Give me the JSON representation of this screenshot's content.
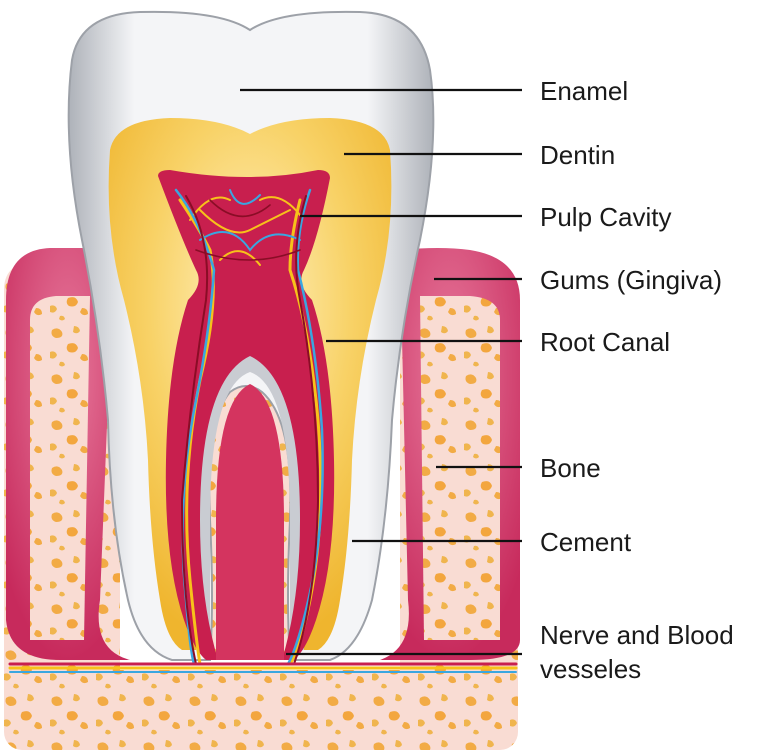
{
  "diagram": {
    "labels": [
      {
        "id": "enamel",
        "text": "Enamel"
      },
      {
        "id": "dentin",
        "text": "Dentin"
      },
      {
        "id": "pulp",
        "text": "Pulp Cavity"
      },
      {
        "id": "gums",
        "text": "Gums (Gingiva)"
      },
      {
        "id": "root-canal",
        "text": "Root Canal"
      },
      {
        "id": "bone",
        "text": "Bone"
      },
      {
        "id": "cement",
        "text": "Cement"
      },
      {
        "id": "nerve-line1",
        "text": "Nerve and Blood"
      },
      {
        "id": "nerve-line2",
        "text": "vesseles"
      }
    ],
    "colors": {
      "enamel": "#e4e6ea",
      "enamel_shadow": "#b9bcc2",
      "dentin": "#f6c64a",
      "dentin_light": "#fbe39a",
      "pulp": "#c81f4e",
      "gum": "#d23a6a",
      "gum_light": "#e8789a",
      "bone": "#f9d9d0",
      "bone_spot": "#f2b24a",
      "nerve_yellow": "#f7c21a",
      "vessel_blue": "#3aa6e0",
      "vessel_red": "#8a0d26",
      "leader": "#111111"
    }
  }
}
